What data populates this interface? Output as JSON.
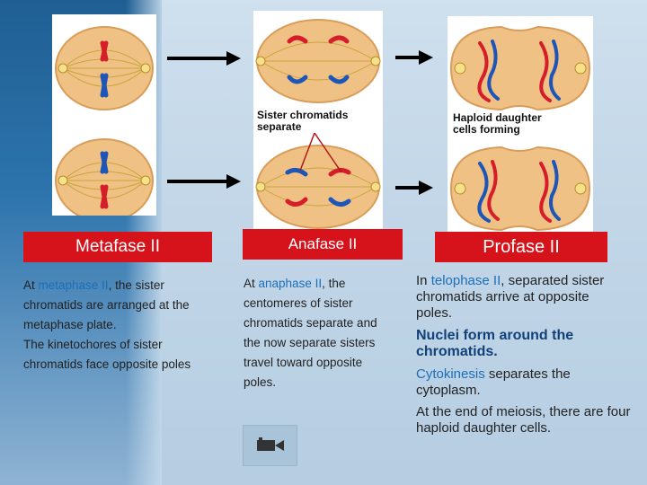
{
  "phases": [
    {
      "title": "Metafase II"
    },
    {
      "title": "Anafase II"
    },
    {
      "title": "Profase II"
    }
  ],
  "annotations": {
    "sister": [
      "Sister chromatids",
      "separate"
    ],
    "haploid": [
      "Haploid daughter",
      "cells forming"
    ]
  },
  "col1": {
    "p1_a": "At ",
    "p1_link": "metaphase II",
    "p1_b": ", the sister chromatids are arranged at the metaphase plate.",
    "p2": "The kinetochores of sister chromatids face opposite poles"
  },
  "col2": {
    "p1_a": "At ",
    "p1_link": "anaphase II",
    "p1_b": ", the centomeres of sister chromatids separate and the now separate sisters travel toward opposite poles."
  },
  "col3": {
    "p1_a": "In ",
    "p1_link": "telophase II",
    "p1_b": ", separated sister chromatids arrive at opposite poles.",
    "p2": "Nuclei form around the chromatids.",
    "p3_link": "Cytokinesis",
    "p3_b": " separates the cytoplasm.",
    "p4": "At the end of meiosis, there are four haploid daughter cells."
  },
  "video_button": {
    "icon": "video-camera-icon"
  },
  "colors": {
    "label_red": "#d6121b",
    "link_blue": "#1c6fb8",
    "bold_blue": "#12417a"
  }
}
